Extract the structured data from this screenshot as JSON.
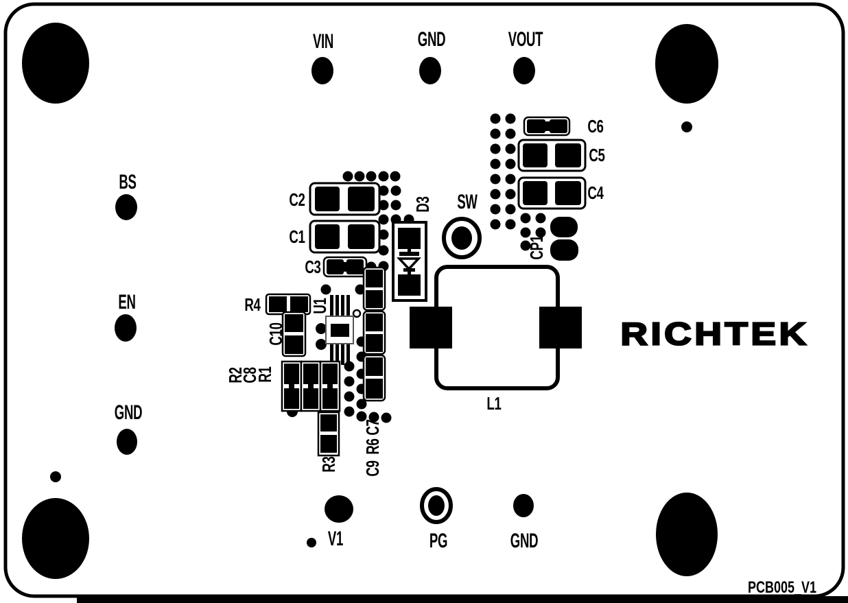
{
  "colors": {
    "silkscreen": "#000000",
    "board": "#ffffff"
  },
  "branding": {
    "logo_text": "RICHTEK",
    "version_text": "PCB005_V1"
  },
  "test_points": {
    "vin": {
      "label": "VIN"
    },
    "gnd_top": {
      "label": "GND"
    },
    "vout": {
      "label": "VOUT"
    },
    "bs": {
      "label": "BS"
    },
    "en": {
      "label": "EN"
    },
    "gnd_left": {
      "label": "GND"
    },
    "sw": {
      "label": "SW"
    },
    "v1": {
      "label": "V1"
    },
    "pg": {
      "label": "PG"
    },
    "gnd_bottom": {
      "label": "GND"
    }
  },
  "components": {
    "c1": {
      "refdes": "C1"
    },
    "c2": {
      "refdes": "C2"
    },
    "c3": {
      "refdes": "C3"
    },
    "c4": {
      "refdes": "C4"
    },
    "c5": {
      "refdes": "C5"
    },
    "c6": {
      "refdes": "C6"
    },
    "c7": {
      "refdes": "C7"
    },
    "c8": {
      "refdes": "C8"
    },
    "c9": {
      "refdes": "C9"
    },
    "c10": {
      "refdes": "C10"
    },
    "cp1": {
      "refdes": "CP1"
    },
    "r1": {
      "refdes": "R1"
    },
    "r2": {
      "refdes": "R2"
    },
    "r3": {
      "refdes": "R3"
    },
    "r4": {
      "refdes": "R4"
    },
    "r6": {
      "refdes": "R6"
    },
    "u1": {
      "refdes": "U1"
    },
    "d3": {
      "refdes": "D3"
    },
    "l1": {
      "refdes": "L1"
    }
  }
}
